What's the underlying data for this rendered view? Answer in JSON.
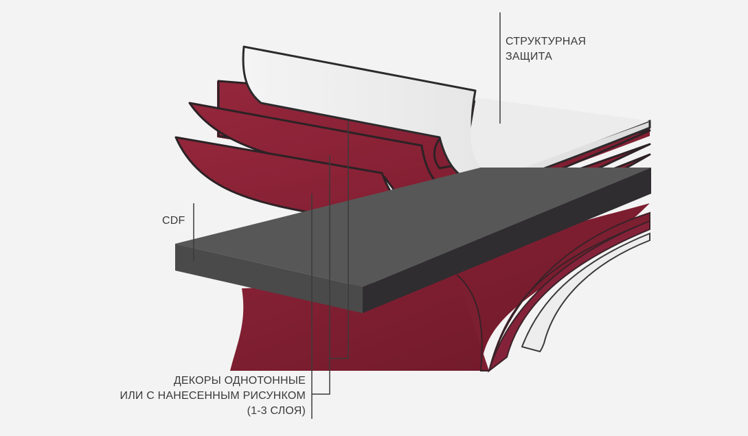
{
  "labels": {
    "protection": {
      "line1": "СТРУКТУРНАЯ",
      "line2": "ЗАЩИТА"
    },
    "cdf": "CDF",
    "decor": {
      "line1": "ДЕКОРЫ ОДНОТОННЫЕ",
      "line2": "ИЛИ С НАНЕСЕННЫМ РИСУНКОМ",
      "line3": "(1-3 СЛОЯ)"
    }
  },
  "colors": {
    "background": "#f3f3f3",
    "decor_red": "#8a2236",
    "decor_red_dark": "#6a1a2a",
    "board_top": "#555555",
    "board_edge": "#2f2d30",
    "protection_white": "#ececec",
    "leader_line": "#3a3a3a"
  }
}
